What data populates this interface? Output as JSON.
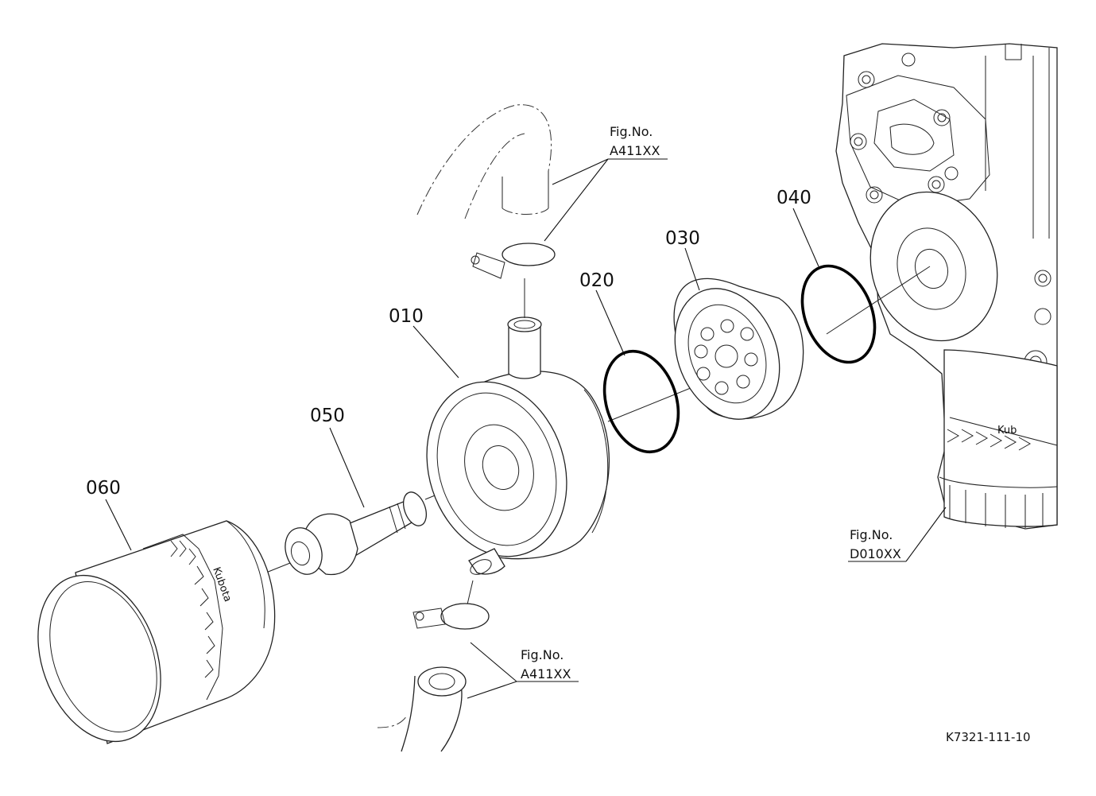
{
  "diagram": {
    "parts": [
      {
        "id": "p010",
        "number": "010"
      },
      {
        "id": "p020",
        "number": "020"
      },
      {
        "id": "p030",
        "number": "030"
      },
      {
        "id": "p040",
        "number": "040"
      },
      {
        "id": "p050",
        "number": "050"
      },
      {
        "id": "p060",
        "number": "060"
      }
    ],
    "references": [
      {
        "id": "ref-top",
        "line1": "Fig.No.",
        "line2": "A411XX"
      },
      {
        "id": "ref-bottom",
        "line1": "Fig.No.",
        "line2": "A411XX"
      },
      {
        "id": "ref-engine",
        "line1": "Fig.No.",
        "line2": "D010XX"
      }
    ],
    "filter_brand": "Kubota",
    "drawing_code": "K7321-111-10"
  }
}
